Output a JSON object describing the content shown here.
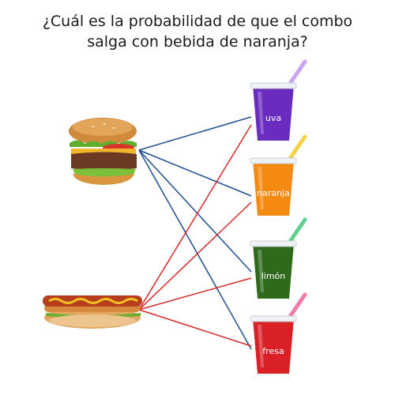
{
  "question": {
    "line1": "¿Cuál es la probabilidad de que el combo",
    "line2": "salga con bebida de naranja?"
  },
  "foods": [
    {
      "name": "hamburguesa",
      "icon": "hamburger-icon"
    },
    {
      "name": "hot dog",
      "icon": "hotdog-icon"
    }
  ],
  "drinks": [
    {
      "label": "uva",
      "color": "#6a2bbf",
      "straw": "#c9a4f2"
    },
    {
      "label": "naranja",
      "color": "#f58a12",
      "straw": "#f3d245"
    },
    {
      "label": "limón",
      "color": "#2f6a1c",
      "straw": "#5fd08f"
    },
    {
      "label": "fresa",
      "color": "#d92027",
      "straw": "#ef7ba6"
    }
  ],
  "line_colors": {
    "hamburger": "#1f4f8f",
    "hotdog": "#d62a2a"
  }
}
